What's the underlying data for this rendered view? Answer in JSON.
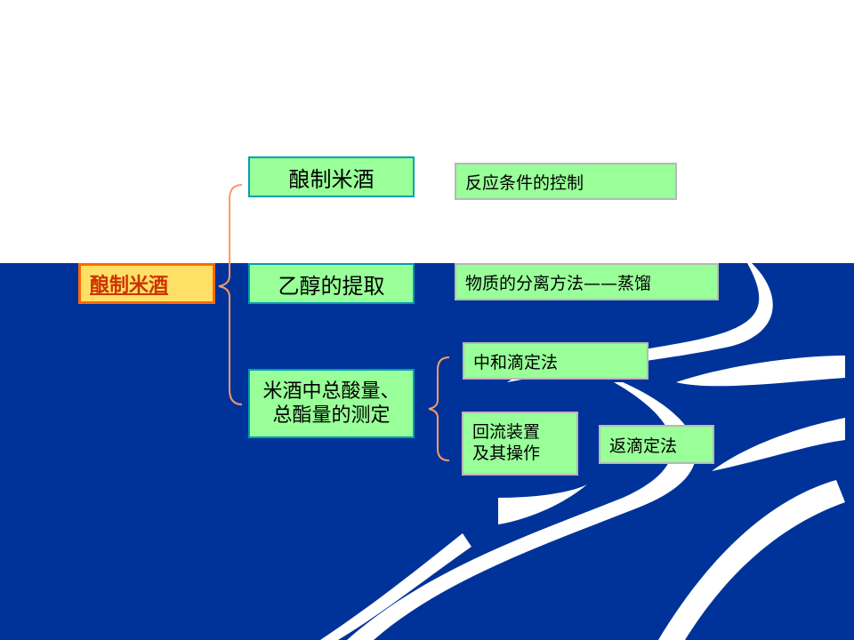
{
  "root": {
    "label": "酿制米酒"
  },
  "branches": [
    {
      "label": "酿制米酒",
      "detail": "反应条件的控制"
    },
    {
      "label": "乙醇的提取",
      "detail": "物质的分离方法——蒸馏"
    },
    {
      "label_lines": [
        "米酒中总酸量、",
        "总酯量的测定"
      ],
      "details": [
        {
          "label": "中和滴定法"
        },
        {
          "label_lines": [
            "回流装置",
            "及其操作"
          ],
          "sub": "返滴定法"
        }
      ]
    }
  ],
  "colors": {
    "bg_bottom": "#003399",
    "box_fill": "#99ff99",
    "root_fill": "#ffe066",
    "root_border": "#ff6a00",
    "brace": "#ff9966"
  }
}
